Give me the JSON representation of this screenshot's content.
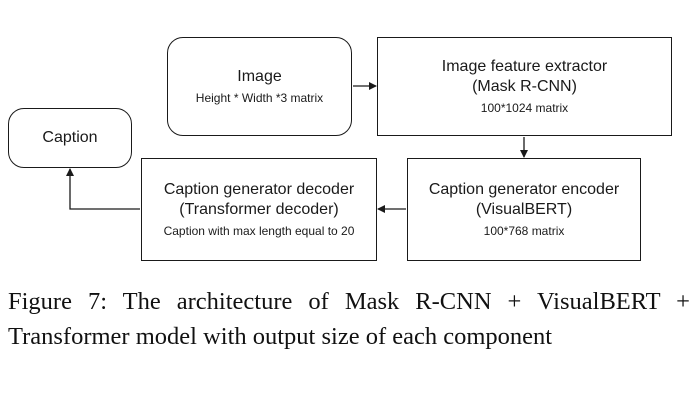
{
  "diagram": {
    "nodes": {
      "image": {
        "title": "Image",
        "detail": "Height * Width *3 matrix"
      },
      "extractor": {
        "title_line1": "Image feature extractor",
        "title_line2": "(Mask R-CNN)",
        "detail": "100*1024 matrix"
      },
      "encoder": {
        "title_line1": "Caption generator encoder",
        "title_line2": "(VisualBERT)",
        "detail": "100*768 matrix"
      },
      "decoder": {
        "title_line1": "Caption generator decoder",
        "title_line2": "(Transformer decoder)",
        "detail": "Caption with max length equal to 20"
      },
      "caption": {
        "title": "Caption"
      }
    },
    "edges": [
      {
        "from": "image",
        "to": "extractor"
      },
      {
        "from": "extractor",
        "to": "encoder"
      },
      {
        "from": "encoder",
        "to": "decoder"
      },
      {
        "from": "decoder",
        "to": "caption"
      }
    ]
  },
  "figure_caption": "Figure 7: The architecture of Mask R-CNN + VisualBERT + Transformer model with output size of each component"
}
